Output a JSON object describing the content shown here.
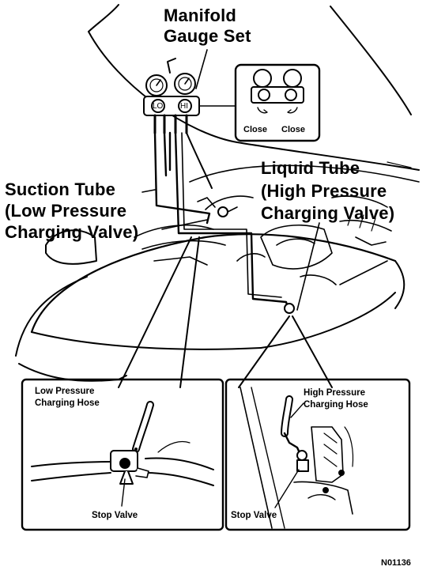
{
  "labels": {
    "manifold_line1": "Manifold",
    "manifold_line2": "Gauge Set",
    "close_left": "Close",
    "close_right": "Close",
    "gauge_lo": "LO",
    "gauge_hi": "HI",
    "suction_line1": "Suction Tube",
    "suction_line2": "(Low Pressure",
    "suction_line3": "Charging Valve)",
    "liquid_line1": "Liquid Tube",
    "liquid_line2": "(High Pressure",
    "liquid_line3": "Charging Valve)",
    "low_hose_line1": "Low Pressure",
    "low_hose_line2": "Charging Hose",
    "high_hose_line1": "High Pressure",
    "high_hose_line2": "Charging Hose",
    "stop_valve_left": "Stop Valve",
    "stop_valve_right": "Stop Valve",
    "figure_code": "N01136"
  }
}
